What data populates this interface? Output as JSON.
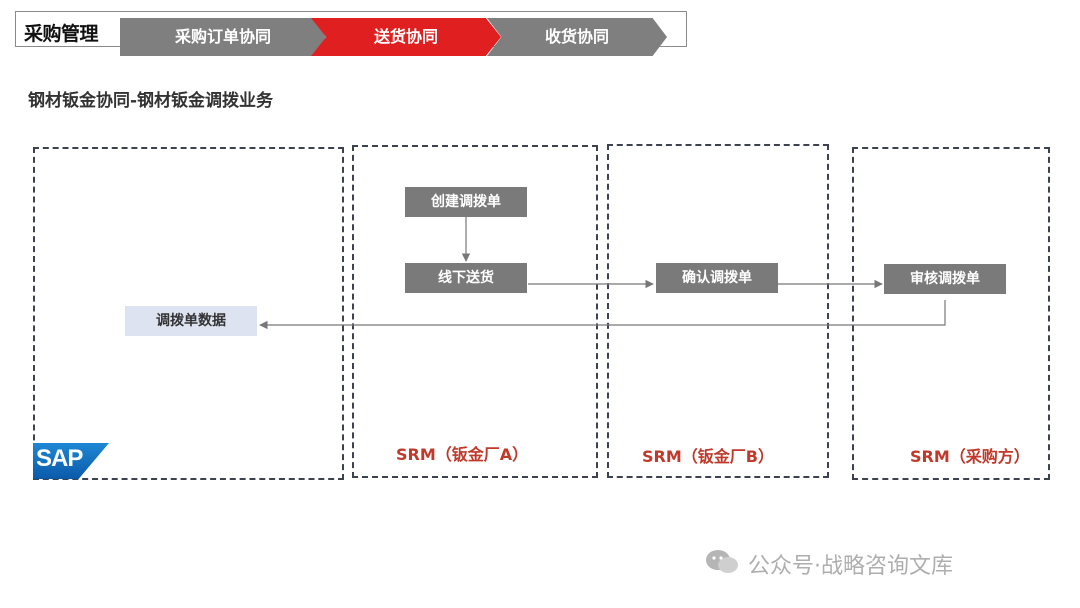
{
  "header": {
    "title": "采购管理",
    "steps": [
      {
        "label": "采购订单协同",
        "state": "inactive"
      },
      {
        "label": "送货协同",
        "state": "active"
      },
      {
        "label": "收货协同",
        "state": "inactive"
      }
    ]
  },
  "subtitle": "钢材钣金协同-钢材钣金调拨业务",
  "lanes": [
    {
      "label": "SAP"
    },
    {
      "label": "SRM（钣金厂A）"
    },
    {
      "label": "SRM（钣金厂B）"
    },
    {
      "label": "SRM（采购方）"
    }
  ],
  "nodes": {
    "create_transfer": "创建调拨单",
    "offline_delivery": "线下送货",
    "confirm_transfer": "确认调拨单",
    "review_transfer": "审核调拨单",
    "transfer_data": "调拨单数据"
  },
  "watermark": "公众号·战略咨询文库",
  "colors": {
    "active_step": "#e02020",
    "inactive_step": "#7f7f7f",
    "lane_label": "#c0392b",
    "node_fill": "#7a7a7a",
    "data_node_fill": "#dde3f0"
  }
}
